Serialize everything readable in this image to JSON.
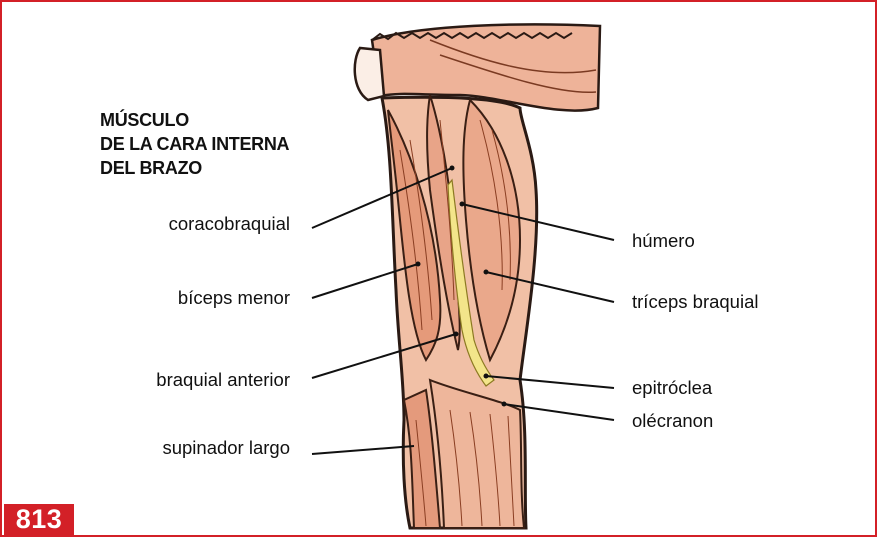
{
  "title_lines": [
    "MÚSCULO",
    "DE LA CARA INTERNA",
    "DEL BRAZO"
  ],
  "labels": {
    "coracobraquial": "coracobraquial",
    "biceps_menor": "bíceps menor",
    "braquial_anterior": "braquial anterior",
    "supinador_largo": "supinador largo",
    "humero": "húmero",
    "triceps_braquial": "tríceps braquial",
    "epitroclea": "epitróclea",
    "olecranon": "olécranon"
  },
  "page_number": "813",
  "colors": {
    "frame": "#d32027",
    "badge": "#d32027",
    "muscle": "#e9a98b",
    "muscle_dark": "#c96f4f",
    "bone": "#f0e27a"
  }
}
